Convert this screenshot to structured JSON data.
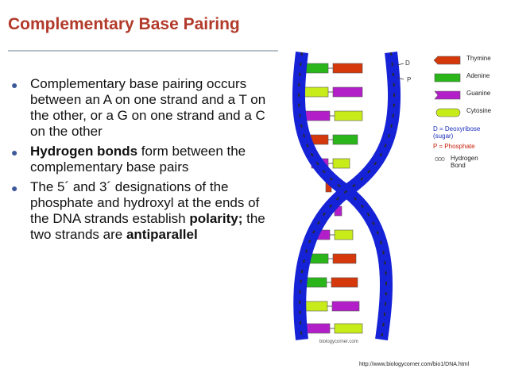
{
  "slide": {
    "title": "Complementary Base Pairing",
    "bullets": [
      {
        "parts": [
          {
            "text": "Complementary base pairing occurs between an A on one strand and a T on the other, or a G on one strand and a C on the other",
            "bold": false
          }
        ]
      },
      {
        "parts": [
          {
            "text": "Hydrogen bonds",
            "bold": true
          },
          {
            "text": " form between the complementary base pairs",
            "bold": false
          }
        ]
      },
      {
        "parts": [
          {
            "text": "The 5´ and 3´ designations of the phosphate and hydroxyl at the ends of the DNA strands establish ",
            "bold": false
          },
          {
            "text": "polarity;",
            "bold": true
          },
          {
            "text": " the two strands are ",
            "bold": false
          },
          {
            "text": "antiparallel",
            "bold": true
          }
        ]
      }
    ]
  },
  "figure": {
    "label_d": "D",
    "label_p": "P",
    "credit": "biologycorner.com",
    "legend": {
      "items": [
        {
          "label": "Thymine",
          "color": "#d5380b",
          "icon": "thymine-piece"
        },
        {
          "label": "Adenine",
          "color": "#2ab51a",
          "icon": "adenine-piece"
        },
        {
          "label": "Guanine",
          "color": "#b21fc9",
          "icon": "guanine-piece"
        },
        {
          "label": "Cytosine",
          "color": "#c8ec1a",
          "icon": "cytosine-piece"
        }
      ],
      "deoxyribose": "D = Deoxyribose (sugar)",
      "phosphate": "P = Phosphate",
      "hydrogen_bond": "Hydrogen Bond",
      "hydrogen_symbol": "ooo"
    },
    "colors": {
      "backbone": "#1522d6",
      "stripe": "#2a2a2a",
      "thymine": "#d5380b",
      "adenine": "#2ab51a",
      "guanine": "#b21fc9",
      "cytosine": "#c8ec1a"
    }
  },
  "source_url": "http://www.biologycorner.com/bio1/DNA.html"
}
